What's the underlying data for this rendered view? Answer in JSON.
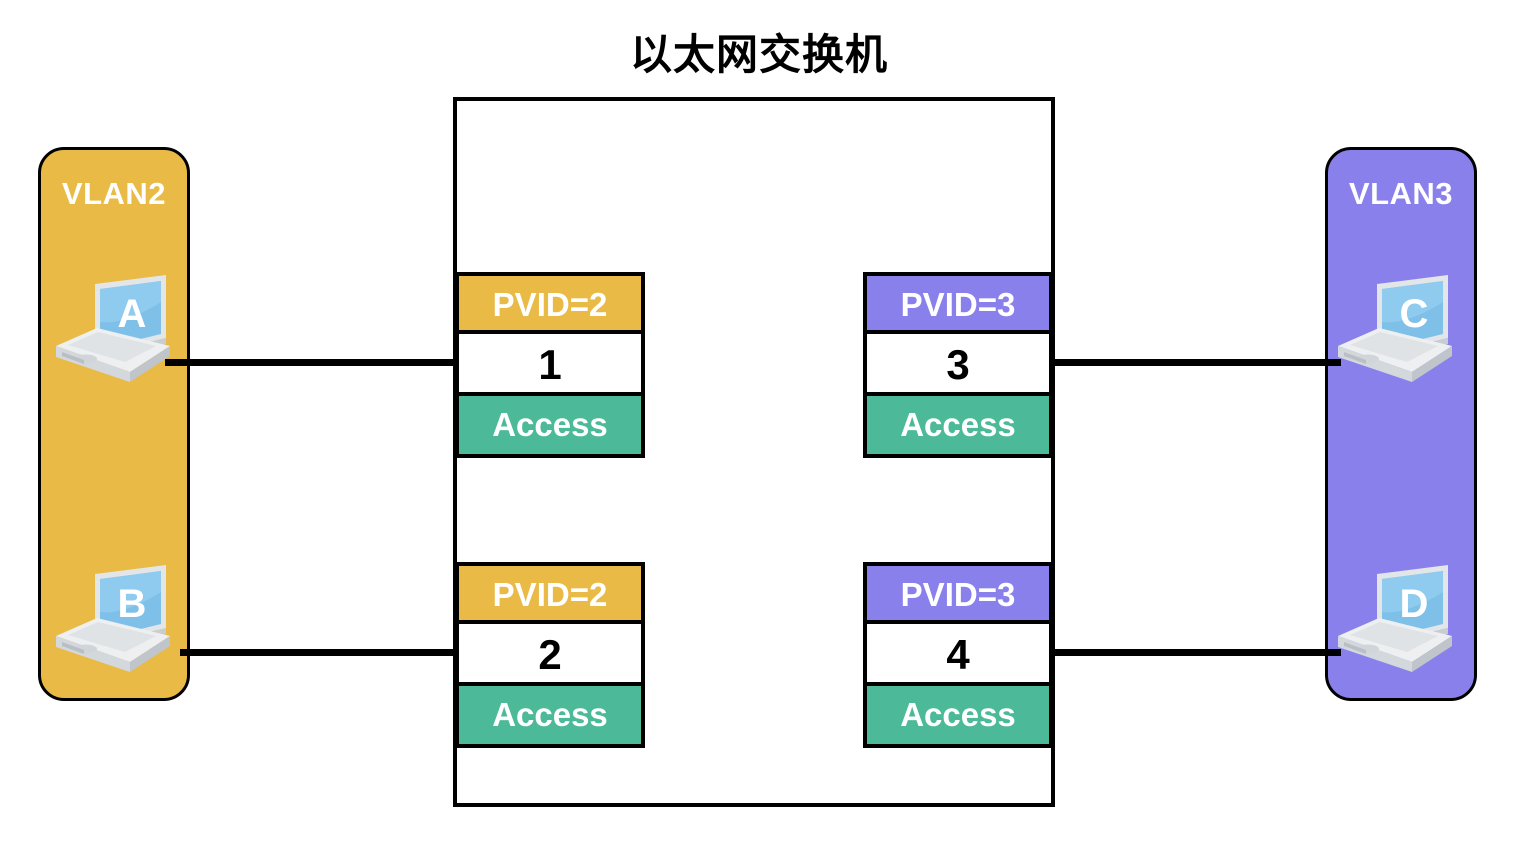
{
  "title": "以太网交换机",
  "switch": {
    "name": "ethernet-switch-chassis",
    "ports": [
      {
        "id": "port-1",
        "pvid_label": "PVID=2",
        "number": "1",
        "mode": "Access",
        "pvid_color": "#E9BA45"
      },
      {
        "id": "port-2",
        "pvid_label": "PVID=2",
        "number": "2",
        "mode": "Access",
        "pvid_color": "#E9BA45"
      },
      {
        "id": "port-3",
        "pvid_label": "PVID=3",
        "number": "3",
        "mode": "Access",
        "pvid_color": "#8A80EC"
      },
      {
        "id": "port-4",
        "pvid_label": "PVID=3",
        "number": "4",
        "mode": "Access",
        "pvid_color": "#8A80EC"
      }
    ]
  },
  "vlans": [
    {
      "label": "VLAN2",
      "color": "#E9BA45",
      "side": "left",
      "hosts": [
        {
          "letter": "A",
          "icon": "laptop-icon"
        },
        {
          "letter": "B",
          "icon": "laptop-icon"
        }
      ]
    },
    {
      "label": "VLAN3",
      "color": "#8A80EC",
      "side": "right",
      "hosts": [
        {
          "letter": "C",
          "icon": "laptop-icon"
        },
        {
          "letter": "D",
          "icon": "laptop-icon"
        }
      ]
    }
  ],
  "links": [
    {
      "from": "A",
      "to": "port-1"
    },
    {
      "from": "B",
      "to": "port-2"
    },
    {
      "from": "C",
      "to": "port-3"
    },
    {
      "from": "D",
      "to": "port-4"
    }
  ],
  "colors": {
    "vlan2": "#E9BA45",
    "vlan3": "#8A80EC",
    "access": "#4CBA98",
    "outline": "#000000",
    "screen": "#7EC0E8",
    "background": "#FFFFFF"
  }
}
